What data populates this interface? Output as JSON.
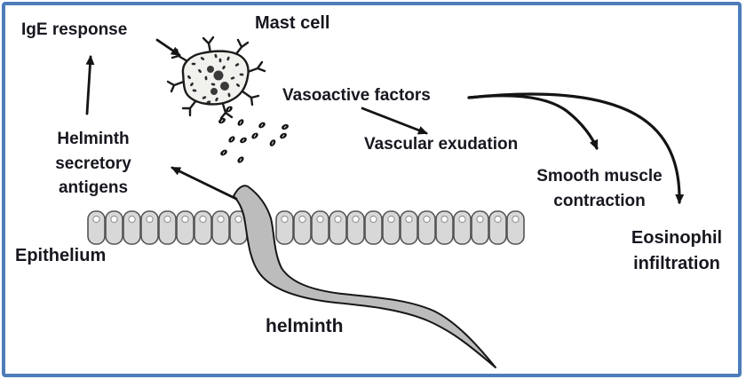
{
  "diagram": {
    "description": "Mast cell / helminth immune response schematic",
    "labels": {
      "ige_response": "IgE response",
      "mast_cell": "Mast cell",
      "vasoactive_factors": "Vasoactive factors",
      "vascular_exudation": "Vascular exudation",
      "smooth_muscle": [
        "Smooth muscle",
        "contraction"
      ],
      "eosinophil": [
        "Eosinophil",
        "infiltration"
      ],
      "helminth_secretory_antigens": [
        "Helminth",
        "secretory",
        "antigens"
      ],
      "epithelium": "Epithelium",
      "helminth": "helminth"
    },
    "colors": {
      "frame_blue": "#4d7db8",
      "text": "#17171f",
      "arrow": "#141414",
      "worm_fill": "#bcbcbc",
      "epithelial_cell_fill": "#d8d8d8",
      "granule_fill": "#121212",
      "mast_cell_fill": "#f1f1ed"
    }
  }
}
